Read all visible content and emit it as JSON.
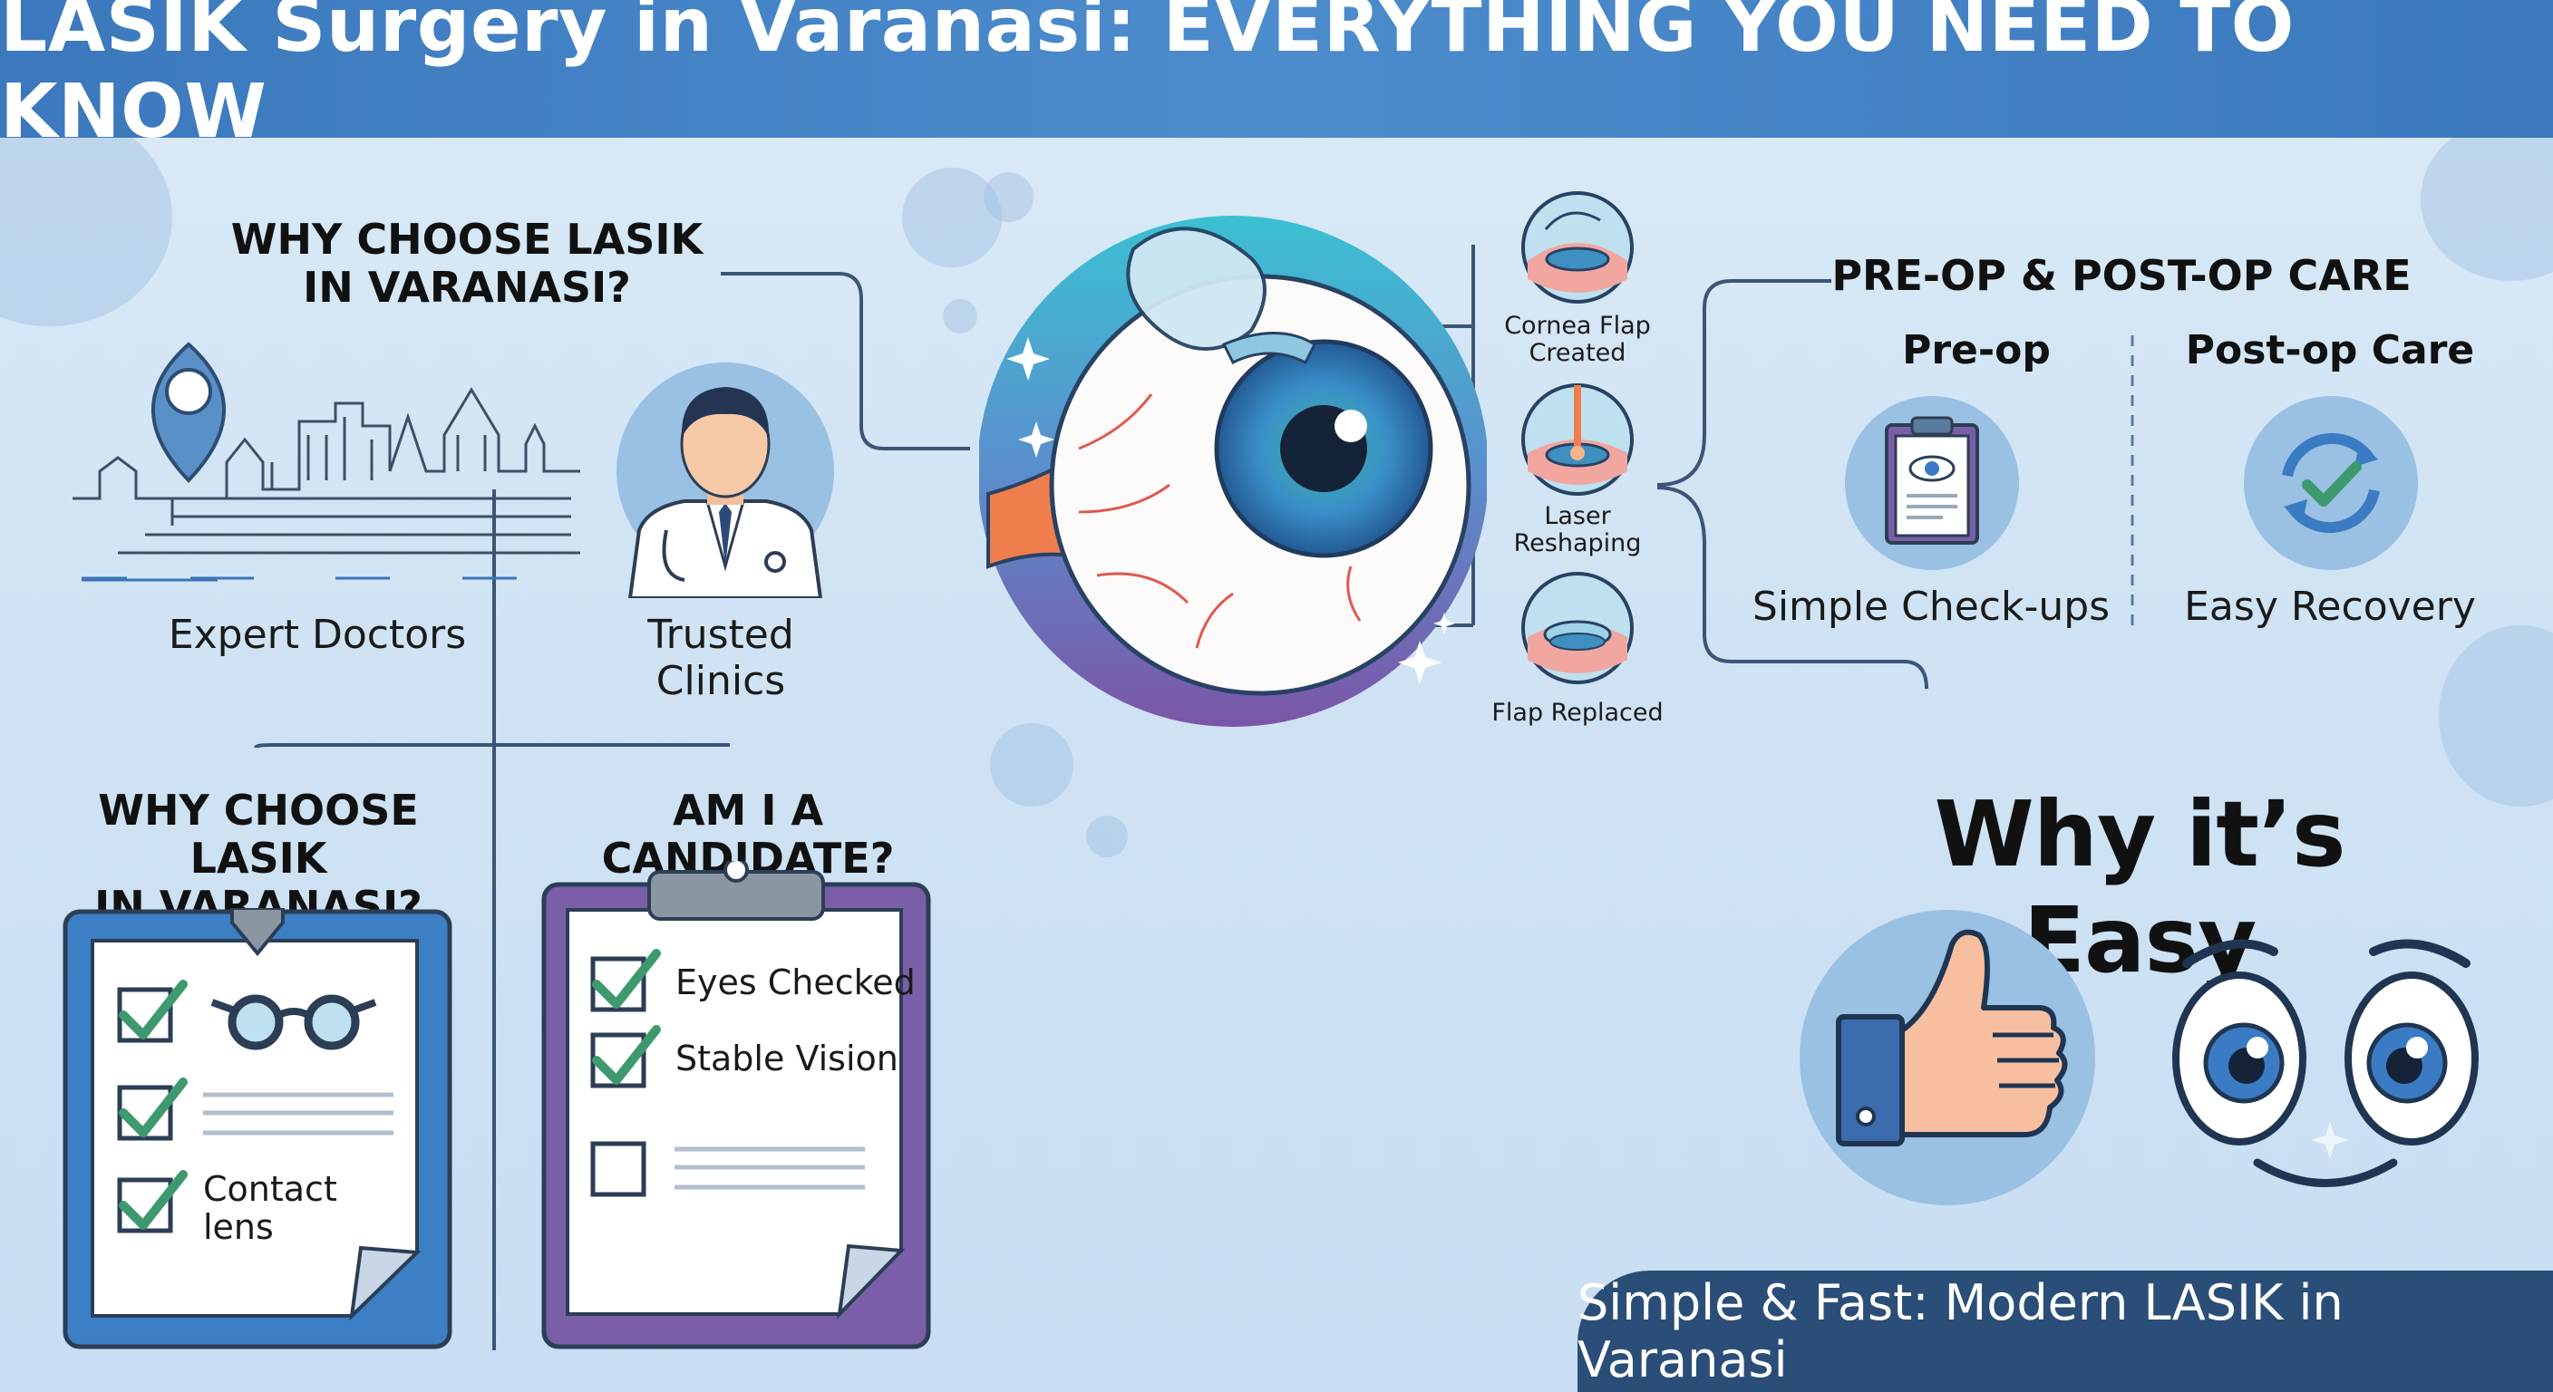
{
  "header": {
    "title": "LASIK Surgery in Varanasi: EVERYTHING YOU NEED TO KNOW"
  },
  "why_choose_top": {
    "heading_line1": "WHY CHOOSE LASIK",
    "heading_line2": "IN VARANASI?",
    "items": [
      {
        "label": "Expert Doctors",
        "icon": "varanasi-skyline-icon"
      },
      {
        "label_line1": "Trusted",
        "label_line2": "Clinics",
        "icon": "doctor-icon"
      }
    ]
  },
  "procedure": {
    "steps": [
      {
        "label_line1": "Cornea Flap",
        "label_line2": "Created",
        "icon": "cornea-flap-icon"
      },
      {
        "label_line1": "Laser",
        "label_line2": "Reshaping",
        "icon": "laser-icon"
      },
      {
        "label_line1": "Flap Replaced",
        "label_line2": "",
        "icon": "flap-replaced-icon"
      }
    ]
  },
  "care": {
    "heading": "PRE-OP & POST-OP CARE",
    "pre_op": {
      "title": "Pre-op",
      "caption": "Simple Check-ups",
      "icon": "clipboard-eye-icon"
    },
    "post_op": {
      "title": "Post-op Care",
      "caption": "Easy Recovery",
      "icon": "recovery-check-icon"
    }
  },
  "why_choose_bottom": {
    "heading_line1": "WHY CHOOSE LASIK",
    "heading_line2": "IN VARANASI?",
    "items": [
      {
        "label_line1": "Contact",
        "label_line2": "lens"
      }
    ]
  },
  "candidate": {
    "heading": "AM I A CANDIDATE?",
    "items": [
      {
        "label": "Eyes Checked",
        "checked": true
      },
      {
        "label": "Stable Vision",
        "checked": true
      }
    ]
  },
  "easy": {
    "title": "Why it’s Easy",
    "icons": [
      "thumbs-up-icon",
      "happy-eyes-icon"
    ]
  },
  "footer": {
    "text": "Simple & Fast: Modern LASIK in Varanasi"
  },
  "colors": {
    "header": "#3b78bd",
    "footer": "#2a4e78",
    "check": "#3e9a6e",
    "clipboard_blue": "#3c7fc4",
    "clipboard_purple": "#7a5fa8"
  }
}
